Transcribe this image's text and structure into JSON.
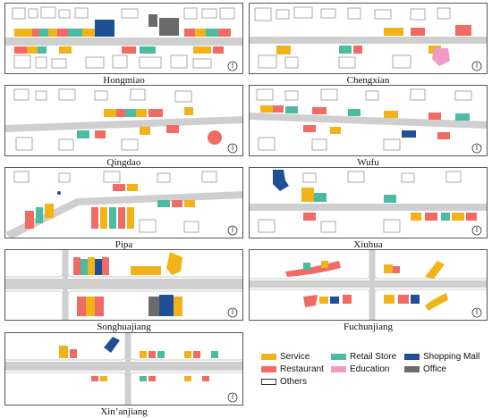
{
  "panels": [
    {
      "id": "hongmiao",
      "label": "Hongmiao"
    },
    {
      "id": "chengxian",
      "label": "Chengxian"
    },
    {
      "id": "qingdao",
      "label": "Qingdao"
    },
    {
      "id": "wufu",
      "label": "Wufu"
    },
    {
      "id": "pipa",
      "label": "Pipa"
    },
    {
      "id": "xiuhua",
      "label": "Xiuhua"
    },
    {
      "id": "songhuajiang",
      "label": "Songhuajiang"
    },
    {
      "id": "fuchunjiang",
      "label": "Fuchunjiang"
    },
    {
      "id": "xinanjiang",
      "label": "Xin’anjiang"
    }
  ],
  "legend": [
    {
      "label": "Service",
      "color": "#f2b21a"
    },
    {
      "label": "Retail Store",
      "color": "#4cbba4"
    },
    {
      "label": "Shopping Mall",
      "color": "#1f4f96"
    },
    {
      "label": "Restaurant",
      "color": "#ef6b63"
    },
    {
      "label": "Education",
      "color": "#f29ac7"
    },
    {
      "label": "Office",
      "color": "#6b6b6b"
    },
    {
      "label": "Others",
      "color": "#ffffff"
    }
  ]
}
